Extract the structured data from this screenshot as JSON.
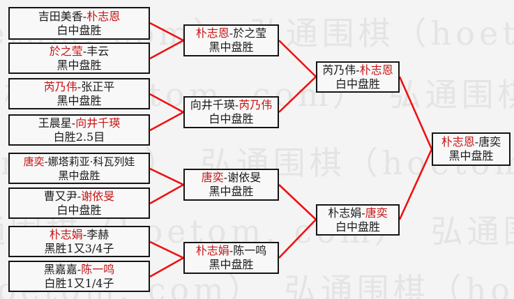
{
  "ui": {
    "dash": "-"
  },
  "watermark": {
    "text": "弘通围棋（hoetom. com）"
  },
  "colors": {
    "connector": "#ee1111",
    "winner_text": "#c81414",
    "box_border": "#141414",
    "background": "#f4f4f4"
  },
  "matches": {
    "r1m1": {
      "p1": "吉田美香",
      "p2": "朴志恩",
      "winner": "w2",
      "result": "白中盘胜"
    },
    "r1m2": {
      "p1": "於之莹",
      "p2": "丰云",
      "winner": "w1",
      "result": "黑中盘胜"
    },
    "r1m3": {
      "p1": "芮乃伟",
      "p2": "张正平",
      "winner": "w1",
      "result": "黑中盘胜"
    },
    "r1m4": {
      "p1": "王晨星",
      "p2": "向井千瑛",
      "winner": "w2",
      "result": "白胜2.5目"
    },
    "r1m5": {
      "p1": "唐奕",
      "p2": "娜塔莉亚·科瓦列娃",
      "winner": "w1",
      "result": "黑中盘胜"
    },
    "r1m6": {
      "p1": "曹又尹",
      "p2": "谢依旻",
      "winner": "w2",
      "result": "白中盘胜"
    },
    "r1m7": {
      "p1": "朴志娟",
      "p2": "李赫",
      "winner": "w1",
      "result": "黑胜1又3/4子"
    },
    "r1m8": {
      "p1": "黑嘉嘉",
      "p2": "陈一鸣",
      "winner": "w2",
      "result": "白胜1又1/4子"
    },
    "r2m1": {
      "p1": "朴志恩",
      "p2": "於之莹",
      "winner": "w1",
      "result": "黑中盘胜"
    },
    "r2m2": {
      "p1": "向井千瑛",
      "p2": "芮乃伟",
      "winner": "w2",
      "result": "白中盘胜"
    },
    "r2m3": {
      "p1": "唐奕",
      "p2": "谢依旻",
      "winner": "w1",
      "result": "黑中盘胜"
    },
    "r2m4": {
      "p1": "朴志娟",
      "p2": "陈一鸣",
      "winner": "w1",
      "result": "黑中盘胜"
    },
    "sf1": {
      "p1": "芮乃伟",
      "p2": "朴志恩",
      "winner": "w2",
      "result": "白中盘胜"
    },
    "sf2": {
      "p1": "朴志娟",
      "p2": "唐奕",
      "winner": "w2",
      "result": "白中盘胜"
    },
    "final": {
      "p1": "朴志恩",
      "p2": "唐奕",
      "winner": "w1",
      "result": "黑中盘胜"
    }
  }
}
